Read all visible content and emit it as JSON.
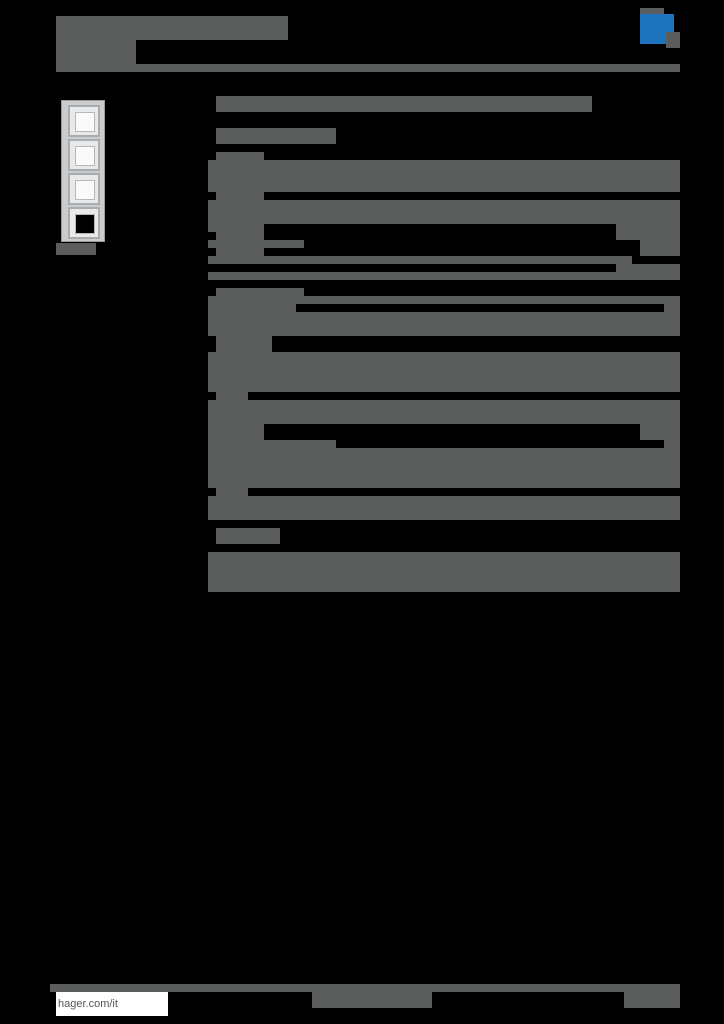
{
  "header": {
    "title_redacted": true,
    "logo": "hager-logo",
    "brand_color": "#1e73be"
  },
  "product_image": {
    "description": "4-gang vertical cover frame, white",
    "gangs": 4,
    "caption_redacted": true
  },
  "main": {
    "title_redacted": true,
    "sections": [
      {
        "name": "features",
        "rows": 6
      },
      {
        "name": "technical-data",
        "rows": 10
      },
      {
        "name": "notes",
        "rows": 1
      }
    ]
  },
  "footer": {
    "url": "hager.com/it"
  },
  "colors": {
    "text_block": "#5b5c5c",
    "background": "#000000",
    "accent": "#1e73be"
  }
}
